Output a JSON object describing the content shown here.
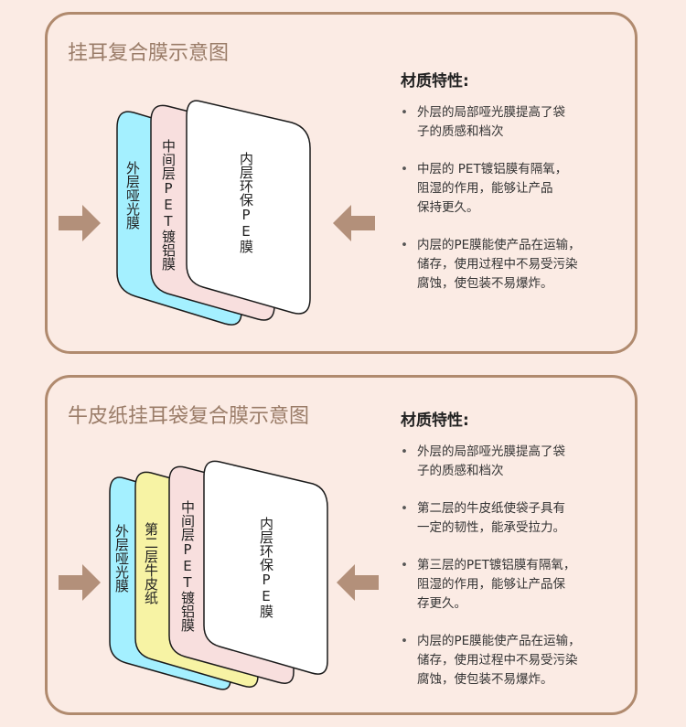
{
  "colors": {
    "background": "#fbebe4",
    "border": "#b08a6e",
    "arrow": "#b3907a",
    "layer_matte": "#a4f0ff",
    "layer_kraft": "#f7f3a4",
    "layer_pet": "#f8dfde",
    "layer_pe": "#ffffff"
  },
  "diagram1": {
    "title": "挂耳复合膜示意图",
    "layers": [
      "外层哑光膜",
      "中间层PET镀铝膜",
      "内层环保PE膜"
    ],
    "properties_title": "材质特性:",
    "bullet": "•",
    "properties": [
      [
        "外层的局部哑光膜提高了袋",
        "子的质感和档次"
      ],
      [
        "中层的 PET镀铝膜有隔氧，",
        "阻湿的作用，能够让产品",
        "保持更久。"
      ],
      [
        "内层的PE膜能使产品在运输，",
        "储存，使用过程中不易受污染",
        "腐蚀，使包装不易爆炸。"
      ]
    ]
  },
  "diagram2": {
    "title": "牛皮纸挂耳袋复合膜示意图",
    "layers": [
      "外层哑光膜",
      "第二层牛皮纸",
      "中间层PET镀铝膜",
      "内层环保PE膜"
    ],
    "properties_title": "材质特性:",
    "bullet": "•",
    "properties": [
      [
        "外层的局部哑光膜提高了袋",
        "子的质感和档次"
      ],
      [
        "第二层的牛皮纸使袋子具有",
        "一定的韧性，能承受拉力。"
      ],
      [
        "第三层的PET镀铝膜有隔氧，",
        "阻湿的作用，能够让产品保",
        "存更久。"
      ],
      [
        "内层的PE膜能使产品在运输，",
        "储存，使用过程中不易受污染",
        "腐蚀，使包装不易爆炸。"
      ]
    ]
  }
}
